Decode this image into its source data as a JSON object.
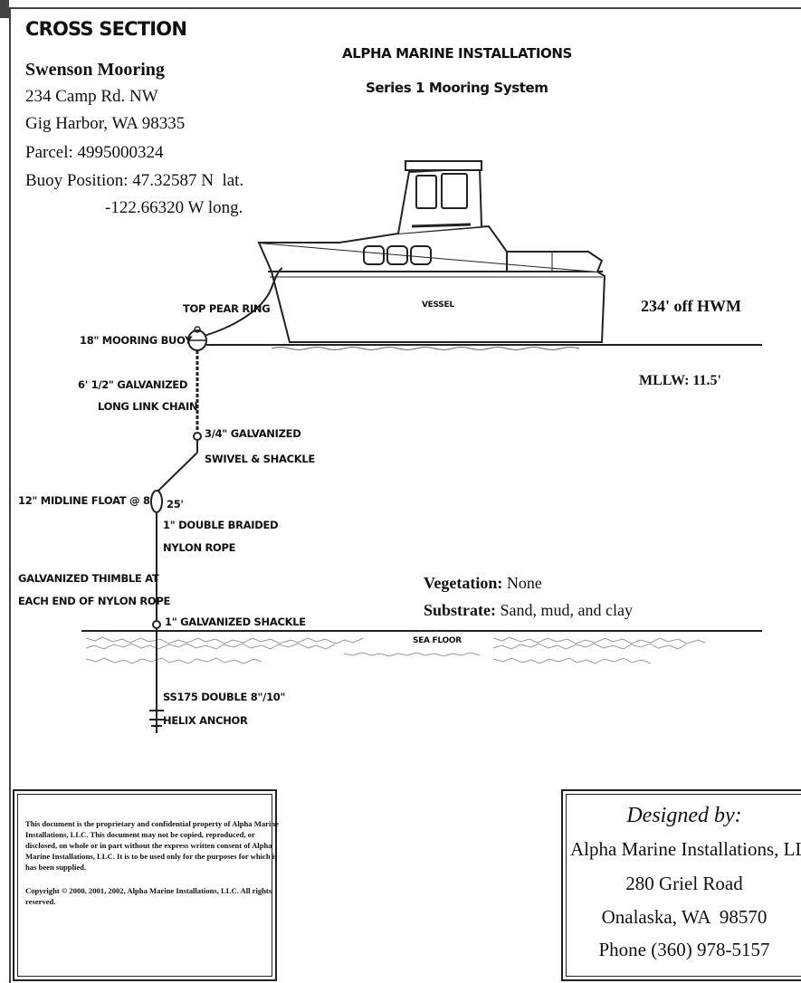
{
  "header": {
    "section_title": "CROSS SECTION",
    "company_title": "ALPHA MARINE INSTALLATIONS",
    "system_title": "Series 1 Mooring System"
  },
  "site": {
    "name": "Swenson Mooring",
    "address": "234 Camp Rd. NW",
    "city": "Gig Harbor, WA 98335",
    "parcel": "Parcel: 4995000324",
    "buoy_position_lat": "Buoy Position: 47.32587 N  lat.",
    "buoy_position_long": "-122.66320 W long."
  },
  "diagram": {
    "vessel_label": "VESSEL",
    "top_pear_ring": "TOP PEAR RING",
    "mooring_buoy": "18\" MOORING BUOY",
    "chain_line1": "6'  1/2\" GALVANIZED",
    "chain_line2": "LONG LINK CHAIN",
    "swivel_line1": "3/4\" GALVANIZED",
    "swivel_line2": "SWIVEL & SHACKLE",
    "midline_float": "12\" MIDLINE FLOAT @ 8'",
    "rope_length": "25'",
    "rope_line1": "1\" DOUBLE BRAIDED",
    "rope_line2": "NYLON ROPE",
    "thimble_line1": "GALVANIZED THIMBLE AT",
    "thimble_line2": "EACH END OF NYLON ROPE",
    "shackle": "1\" GALVANIZED SHACKLE",
    "sea_floor": "SEA FLOOR",
    "anchor_line1": "SS175 DOUBLE 8\"/10\"",
    "anchor_line2": "HELIX ANCHOR",
    "distance_hwm": "234' off HWM",
    "mllw": "MLLW: 11.5'",
    "vegetation_label": "Vegetation:",
    "vegetation_value": " None",
    "substrate_label": "Substrate:",
    "substrate_value": " Sand, mud, and clay"
  },
  "notice": {
    "body": "This document is the proprietary and confidential property of Alpha Marine Installations, LLC. This document may not be copied, reproduced, or disclosed, on whole or in part without the express written consent of Alpha Marine Installations, LLC. It is to be used only for the purposes for which it has been supplied.",
    "copyright": "Copyright © 2000, 2001, 2002, Alpha Marine Installations, LLC. All rights reserved."
  },
  "designer": {
    "heading": "Designed by:",
    "company": "Alpha Marine Installations, LLC",
    "address": "280 Griel Road",
    "city": "Onalaska, WA  98570",
    "phone": "Phone (360) 978-5157"
  }
}
